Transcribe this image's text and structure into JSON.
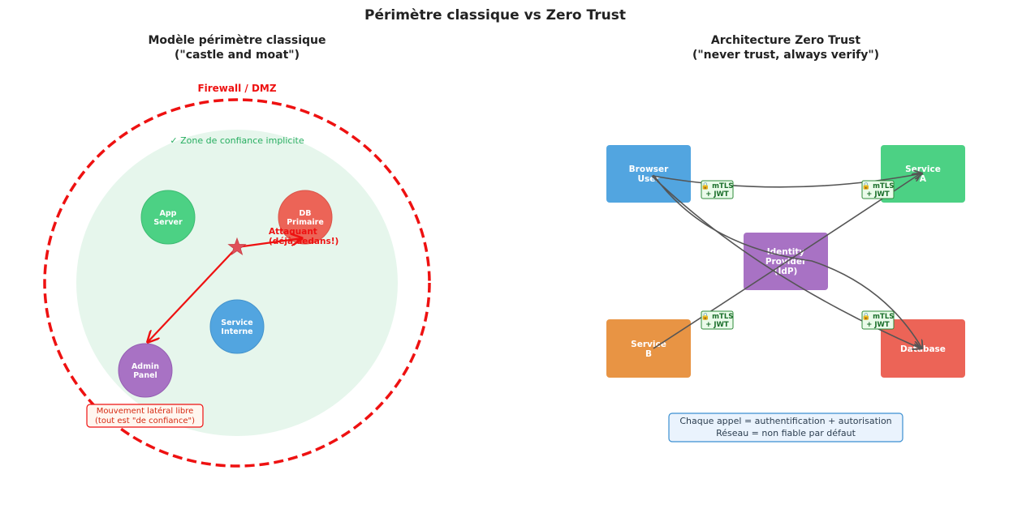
{
  "title": "Périmètre classique vs Zero Trust",
  "left": {
    "title_line1": "Modèle périmètre classique",
    "title_line2": "(\"castle and moat\")",
    "firewall_label": "Firewall / DMZ",
    "trust_zone_label": "✓ Zone de confiance implicite",
    "nodes": {
      "app_server": [
        "App",
        "Server"
      ],
      "db_primary": [
        "DB",
        "Primaire"
      ],
      "service_interne": [
        "Service",
        "Interne"
      ],
      "admin_panel": [
        "Admin",
        "Panel"
      ]
    },
    "attacker_label_line1": "Attaquant",
    "attacker_label_line2": "(déjà dedans!)",
    "lateral_line1": "Mouvement latéral libre",
    "lateral_line2": "(tout est \"de confiance\")"
  },
  "right": {
    "title_line1": "Architecture Zero Trust",
    "title_line2": "(\"never trust, always verify\")",
    "nodes": {
      "browser_user": [
        "Browser",
        "User"
      ],
      "service_a": [
        "Service",
        "A"
      ],
      "idp": [
        "Identity",
        "Provider",
        "(IdP)"
      ],
      "service_b": [
        "Service",
        "B"
      ],
      "database": [
        "Database"
      ]
    },
    "badge_line1": "🔒 mTLS",
    "badge_line2": "+ JWT",
    "footer_line1": "Chaque appel = authentification + autorisation",
    "footer_line2": "Réseau = non fiable par défaut"
  },
  "colors": {
    "firewall": "#ee1111",
    "trust_zone": "#e6f6ec",
    "trust_text": "#27ae60",
    "green": "#4cd184",
    "red": "#ec6457",
    "blue": "#52a5e0",
    "purple": "#a872c4",
    "orange": "#e89444",
    "badge_fill": "#eafbea",
    "badge_stroke": "#2e8b3a",
    "badge_text": "#1a6e2a",
    "footer_fill": "#eaf3fd",
    "footer_stroke": "#3b8fd1"
  }
}
